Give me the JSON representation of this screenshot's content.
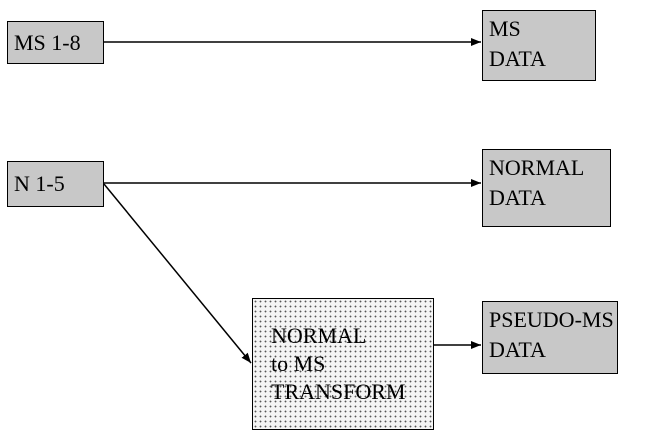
{
  "nodes": {
    "ms_source": {
      "lines": [
        "MS 1-8"
      ]
    },
    "ms_data": {
      "lines": [
        "MS",
        "DATA"
      ]
    },
    "n_source": {
      "lines": [
        "N 1-5"
      ]
    },
    "normal_data": {
      "lines": [
        "NORMAL",
        "DATA"
      ]
    },
    "transform": {
      "lines": [
        "NORMAL",
        "to MS",
        "TRANSFORM"
      ]
    },
    "pseudo_ms_data": {
      "lines": [
        "PSEUDO-MS",
        "DATA"
      ]
    }
  },
  "edges": [
    {
      "from": "ms_source",
      "to": "ms_data"
    },
    {
      "from": "n_source",
      "to": "normal_data"
    },
    {
      "from": "n_source",
      "to": "transform"
    },
    {
      "from": "transform",
      "to": "pseudo_ms_data"
    }
  ],
  "colors": {
    "box_fill": "#c8c8c8",
    "stroke": "#000000",
    "transform_fill": "#f4f4f4"
  }
}
